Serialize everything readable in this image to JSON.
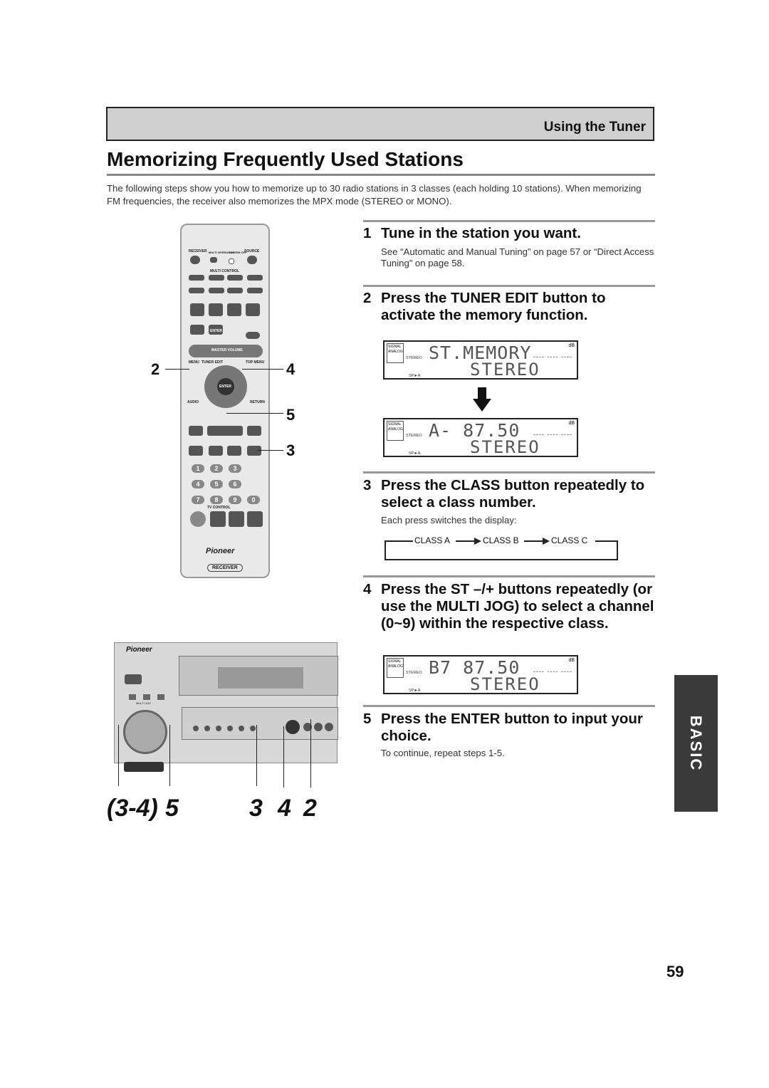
{
  "header": {
    "section": "Using the Tuner"
  },
  "title": "Memorizing Frequently Used Stations",
  "intro": "The following steps show you how to memorize up to 30 radio stations in 3 classes (each holding 10 stations). When memorizing FM frequencies, the receiver also memorizes the MPX mode (STEREO or MONO).",
  "steps": [
    {
      "num": "1",
      "text": "Tune in the station you want.",
      "note": "See “Automatic and Manual Tuning” on page 57 or “Direct Access Tuning” on page 58."
    },
    {
      "num": "2",
      "text": "Press the TUNER EDIT button to activate the memory function."
    },
    {
      "num": "3",
      "text": "Press the CLASS button repeatedly to select a class number.",
      "note": "Each press switches the display:"
    },
    {
      "num": "4",
      "text": "Press the ST –/+ buttons repeatedly (or use the MULTI JOG) to select a channel (0~9) within the respective class."
    },
    {
      "num": "5",
      "text": "Press the ENTER button to input your choice.",
      "note": "To continue, repeat steps 1-5."
    }
  ],
  "displays": {
    "memory": {
      "line1": "ST.MEMORY",
      "line2": "STEREO"
    },
    "class_a": {
      "line1": "A-   87.50",
      "line2": "STEREO"
    },
    "b7": {
      "line1": "B7   87.50",
      "line2": "STEREO"
    },
    "labels": {
      "signal": "SIGNAL",
      "analog": "ANALOG",
      "stereo": "STEREO",
      "spa": "SP►A",
      "db": "dB",
      "dash": "---- ---- ----"
    }
  },
  "class_cycle": [
    "CLASS A",
    "CLASS B",
    "CLASS C"
  ],
  "remote_callouts": {
    "left": "2",
    "right_top": "4",
    "right_mid": "5",
    "right_bottom": "3"
  },
  "receiver_callouts": {
    "a": "(3-4)",
    "b": "5",
    "c": "3",
    "d": "4",
    "e": "2"
  },
  "remote": {
    "brand": "Pioneer",
    "model": "RECEIVER",
    "top_labels": [
      "RECEIVER",
      "MULTI OPERATION",
      "SYSTEM OFF",
      "SOURCE"
    ],
    "multi_control": "MULTI CONTROL",
    "volume": "MASTER VOLUME",
    "menu": "MENU",
    "tuner_edit": "TUNER EDIT",
    "top_menu": "TOP MENU",
    "enter": "ENTER",
    "audio": "AUDIO",
    "return": "RETURN",
    "tv_control": "TV CONTROL",
    "numbers": [
      "1",
      "2",
      "3",
      "4",
      "5",
      "6",
      "7",
      "8",
      "9",
      "0"
    ]
  },
  "receiver": {
    "brand": "Pioneer",
    "jog_label": "MULTI JOG"
  },
  "side_tab": "BASIC",
  "page_number": "59"
}
